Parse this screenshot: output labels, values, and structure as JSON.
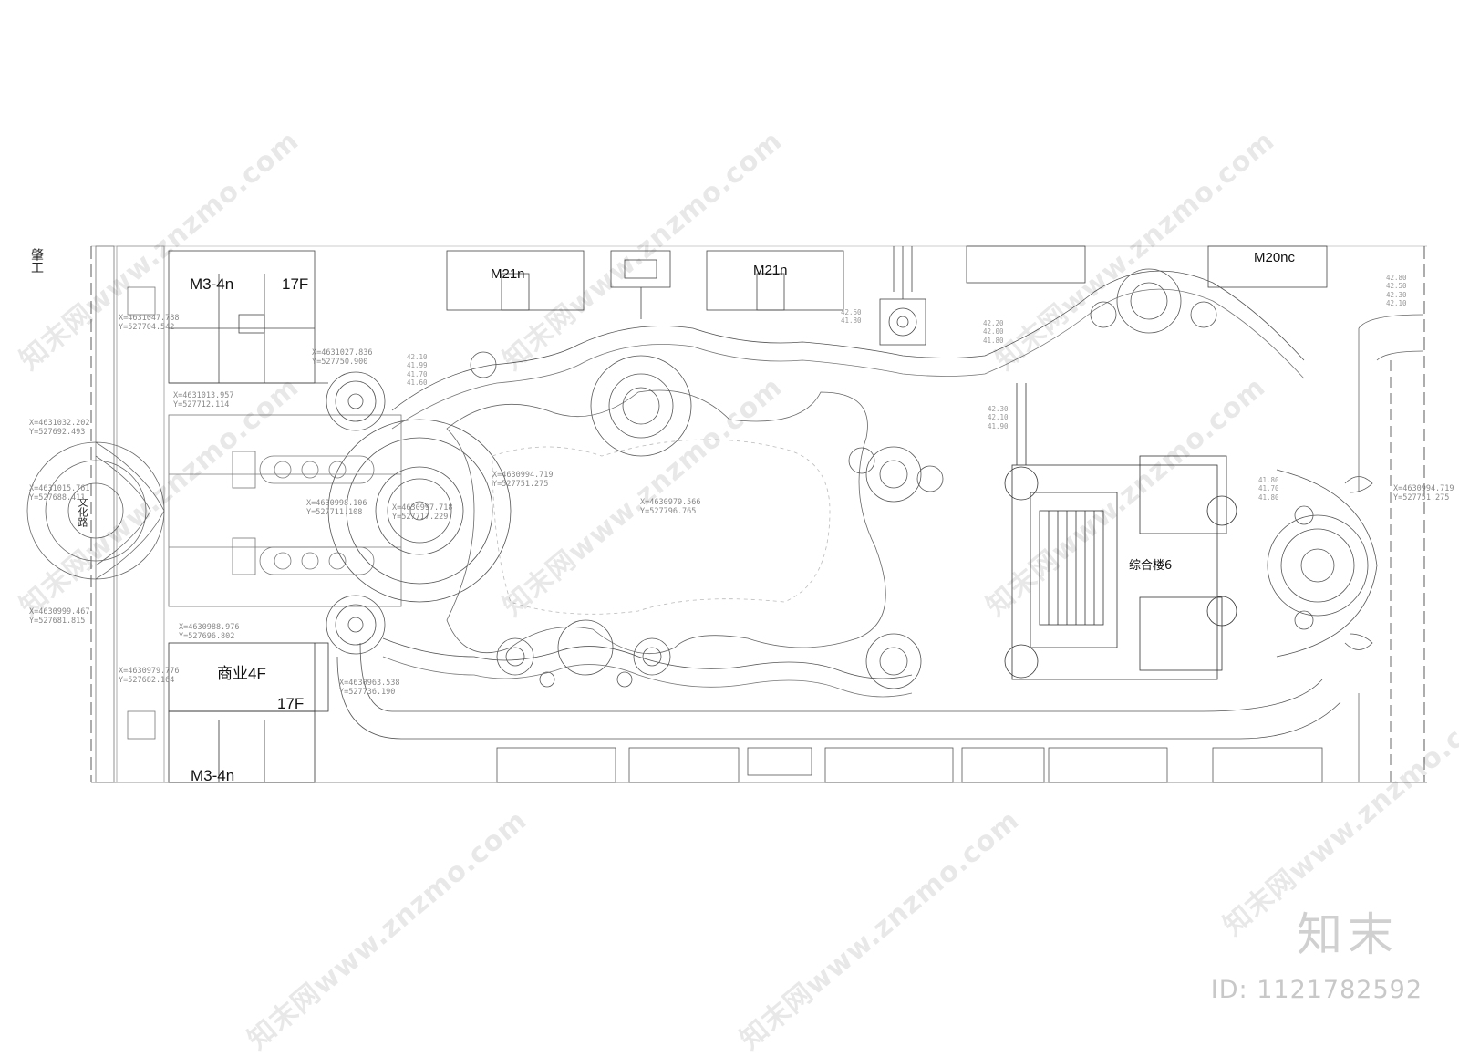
{
  "labels": {
    "jiebian_gong": "肇工",
    "west_road": "文化路",
    "m3_top": "M3-4n",
    "f17_top": "17F",
    "m21_a": "M21n",
    "m21_b": "M21n",
    "m20": "M20nc",
    "commercial": "商业4F",
    "f17_bottom": "17F",
    "m3_bottom": "M3-4n",
    "complex": "综合楼6"
  },
  "coordinates": [
    "X=4631047.788\nY=527704.542",
    "X=4631027.836\nY=527750.900",
    "X=4631013.957\nY=527712.114",
    "X=4631032.202\nY=527692.493",
    "X=4631015.761\nY=527688.411",
    "X=4630998.106\nY=527711.108",
    "X=4630997.718\nY=527717.229",
    "X=4630994.719\nY=527751.275",
    "X=4630979.566\nY=527796.765",
    "X=4630999.467\nY=527681.815",
    "X=4630988.976\nY=527696.802",
    "X=4630979.776\nY=527682.164",
    "X=4630963.538\nY=527736.190",
    "X=4630994.719\nY=527751.275"
  ],
  "elevations": {
    "west": "42.10\n41.99\n41.70\n41.60",
    "center": "42.60\n41.80",
    "north": "42.20\n42.00\n41.80",
    "east_top": "42.80\n42.50\n42.30\n42.10",
    "east_mid": "42.30\n42.10\n41.90",
    "east_low": "41.80\n41.70\n41.80"
  },
  "watermark": {
    "text": "知末网www.znzmo.com",
    "brand": "知末",
    "id_text": "ID: 1121782592"
  }
}
